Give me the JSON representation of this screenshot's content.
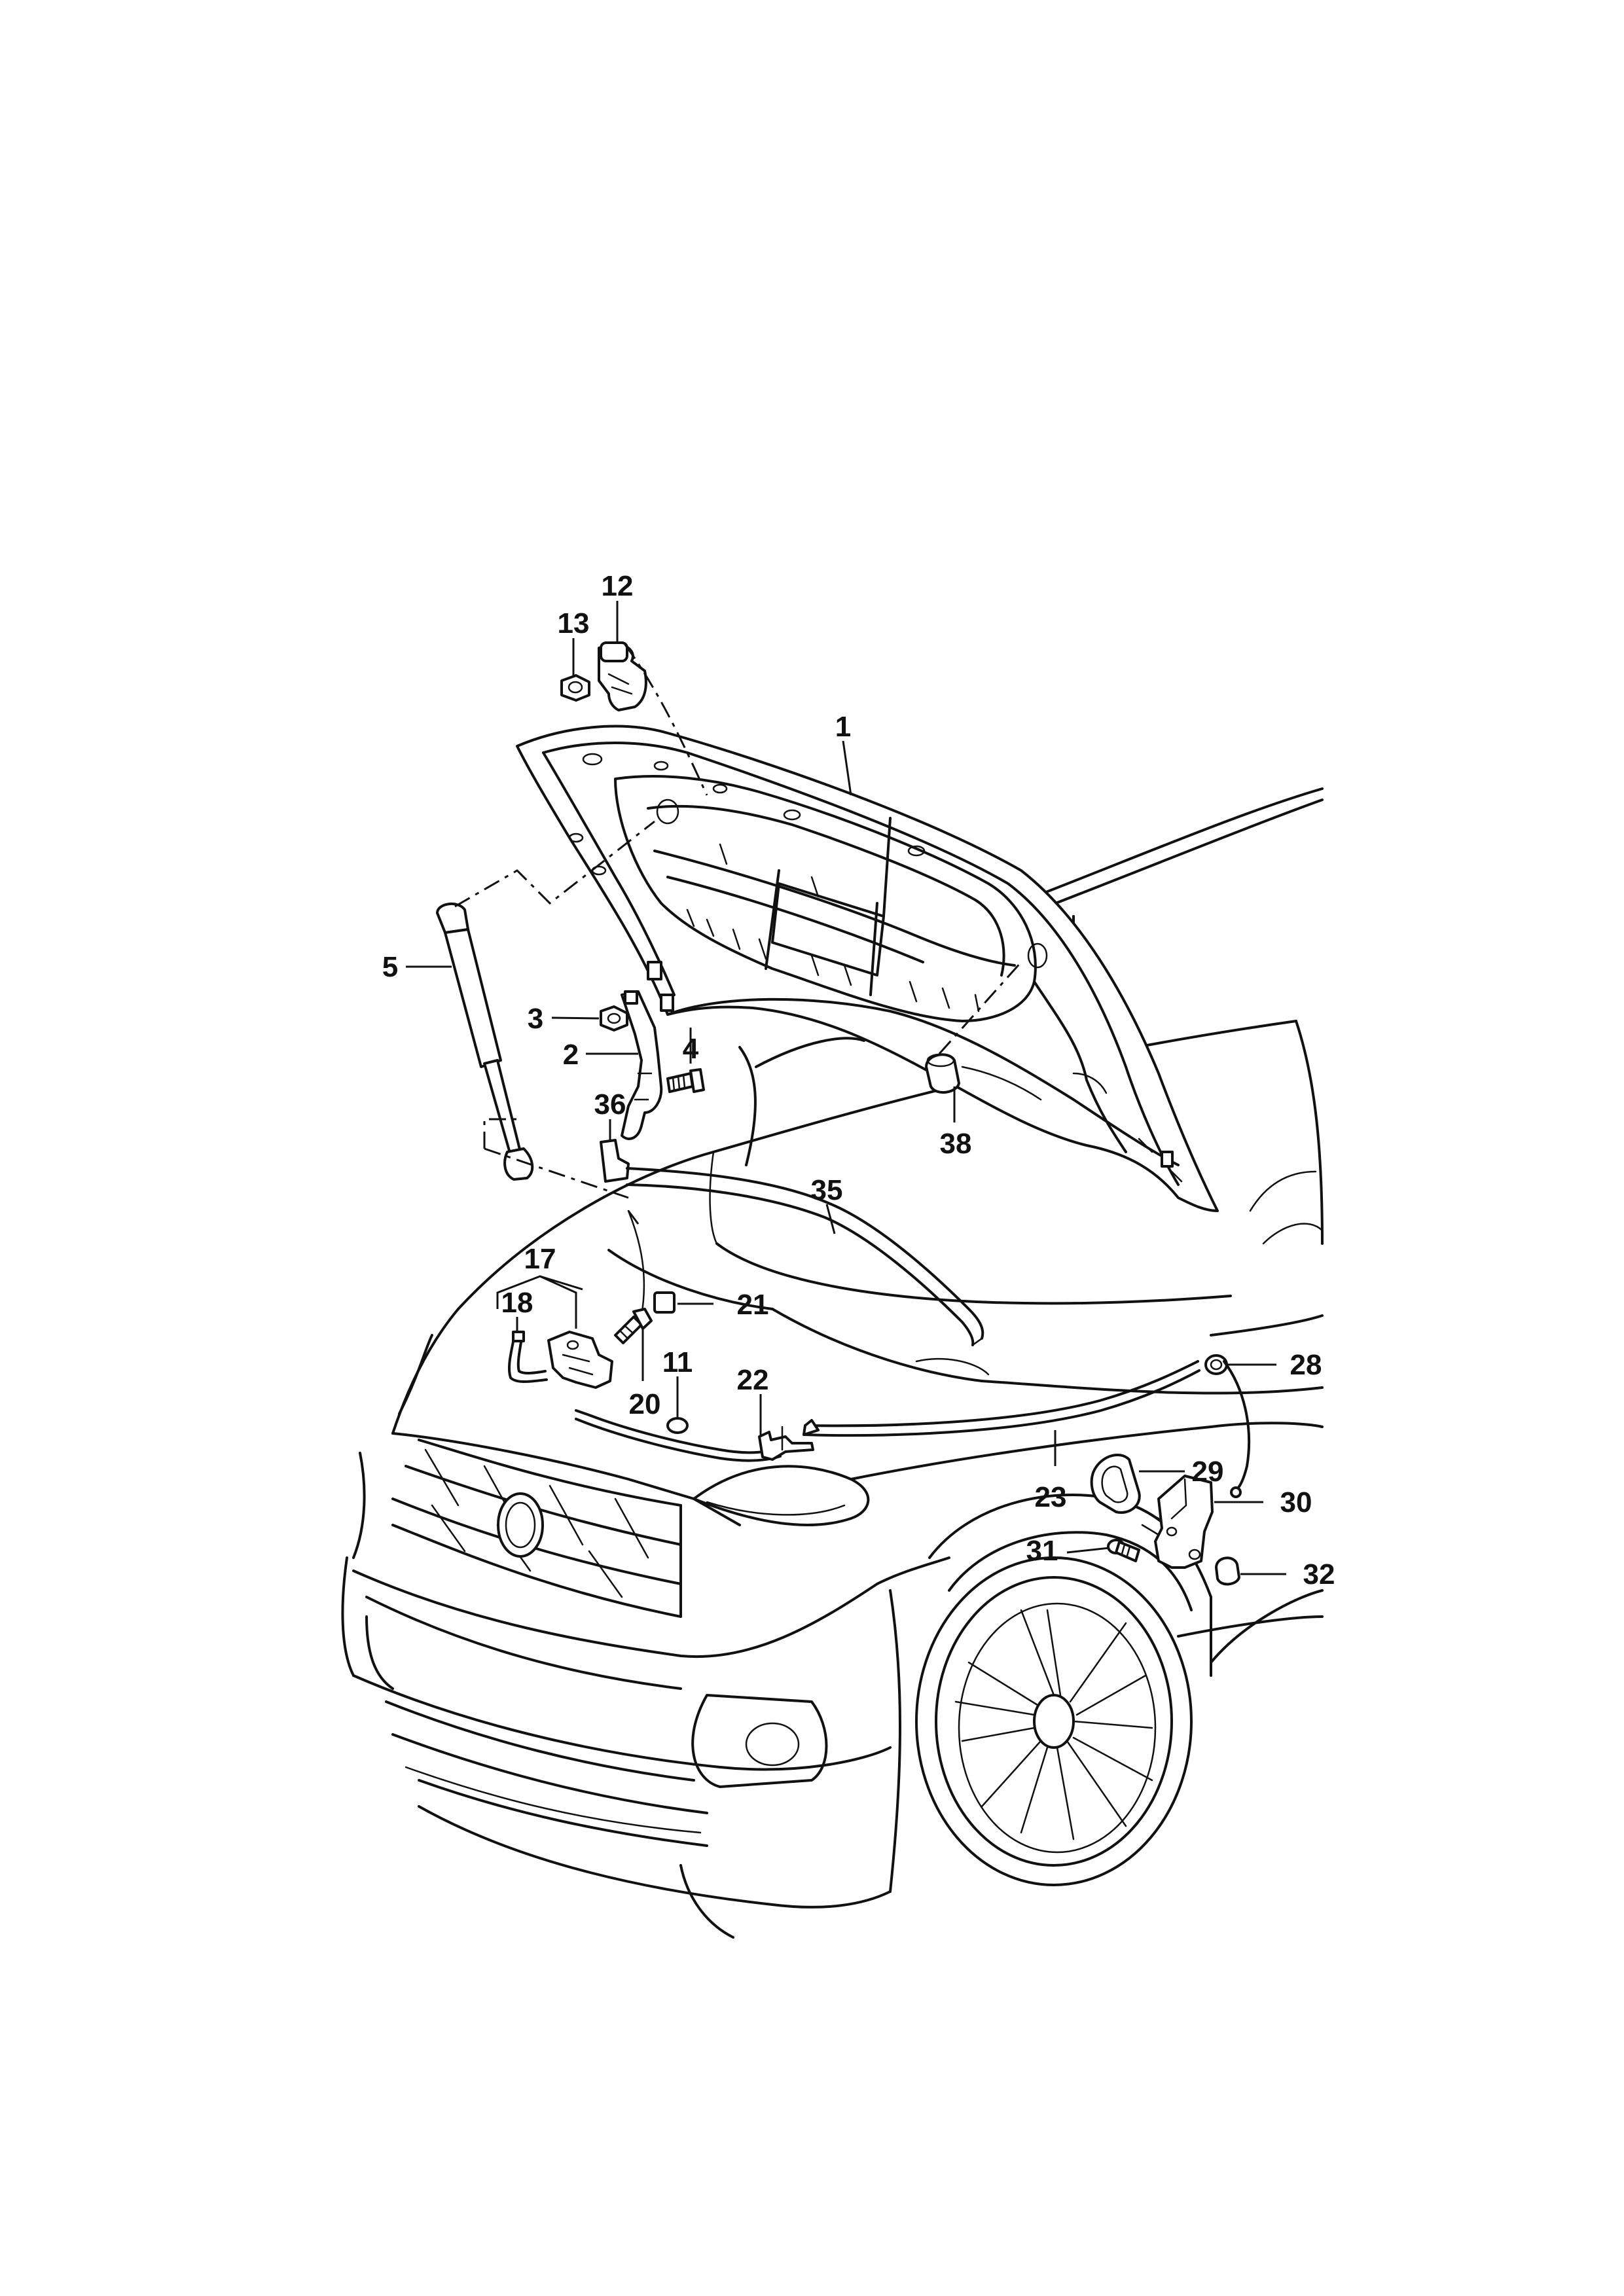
{
  "diagram": {
    "callouts": [
      {
        "id": "c12",
        "label": "12"
      },
      {
        "id": "c13",
        "label": "13"
      },
      {
        "id": "c1",
        "label": "1"
      },
      {
        "id": "c5",
        "label": "5"
      },
      {
        "id": "c3",
        "label": "3"
      },
      {
        "id": "c4",
        "label": "4"
      },
      {
        "id": "c2",
        "label": "2"
      },
      {
        "id": "c36",
        "label": "36"
      },
      {
        "id": "c38",
        "label": "38"
      },
      {
        "id": "c35",
        "label": "35"
      },
      {
        "id": "c17",
        "label": "17"
      },
      {
        "id": "c18",
        "label": "18"
      },
      {
        "id": "c21",
        "label": "21"
      },
      {
        "id": "c11",
        "label": "11"
      },
      {
        "id": "c22",
        "label": "22"
      },
      {
        "id": "c20",
        "label": "20"
      },
      {
        "id": "c28",
        "label": "28"
      },
      {
        "id": "c29",
        "label": "29"
      },
      {
        "id": "c30",
        "label": "30"
      },
      {
        "id": "c23",
        "label": "23"
      },
      {
        "id": "c31",
        "label": "31"
      },
      {
        "id": "c32",
        "label": "32"
      }
    ]
  }
}
